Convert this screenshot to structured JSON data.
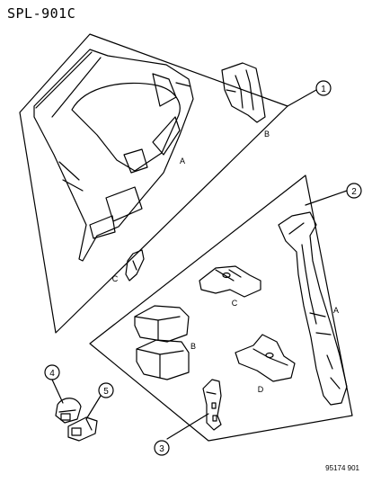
{
  "diagram": {
    "title": "SPL-901C",
    "doc_number": "95174 901",
    "callouts": [
      "1",
      "2",
      "3",
      "4",
      "5"
    ],
    "panel1_letters": [
      "A",
      "B",
      "C"
    ],
    "panel2_letters": [
      "A",
      "B",
      "C",
      "D"
    ]
  }
}
